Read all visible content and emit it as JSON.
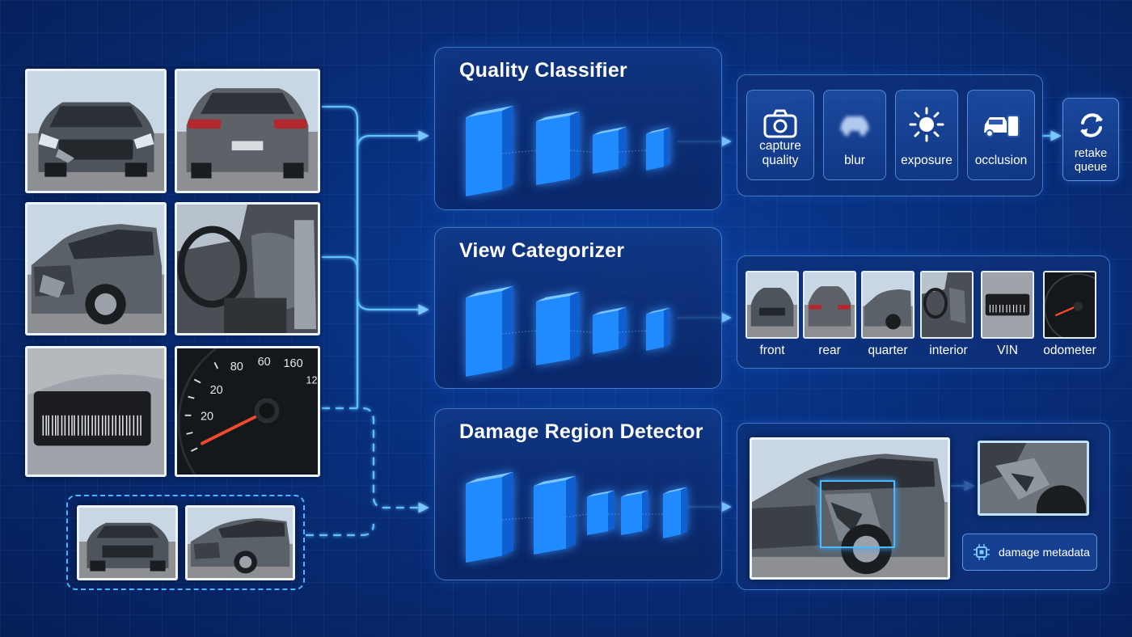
{
  "pipeline": {
    "models": [
      {
        "title": "Quality Classifier"
      },
      {
        "title": "View Categorizer"
      },
      {
        "title": "Damage Region Detector"
      }
    ]
  },
  "quality_outputs": [
    {
      "label": "capture\nquality",
      "icon": "camera-icon"
    },
    {
      "label": "blur",
      "icon": "blurred-car-icon"
    },
    {
      "label": "exposure",
      "icon": "sun-icon"
    },
    {
      "label": "occlusion",
      "icon": "occluded-car-icon"
    }
  ],
  "retake": {
    "label": "retake\nqueue",
    "icon": "refresh-icon"
  },
  "view_outputs": [
    {
      "label": "front"
    },
    {
      "label": "rear"
    },
    {
      "label": "quarter"
    },
    {
      "label": "interior"
    },
    {
      "label": "VIN"
    },
    {
      "label": "odometer"
    }
  ],
  "damage": {
    "metadata_label": "damage metadata",
    "icon": "chip-icon"
  },
  "odometer_photo": {
    "ticks": [
      "80",
      "60",
      "160",
      "20",
      "20",
      "12"
    ]
  },
  "colors": {
    "accent": "#3fa9ff",
    "cube": "#1f8bff",
    "panel_border": "#6eb4ff"
  }
}
